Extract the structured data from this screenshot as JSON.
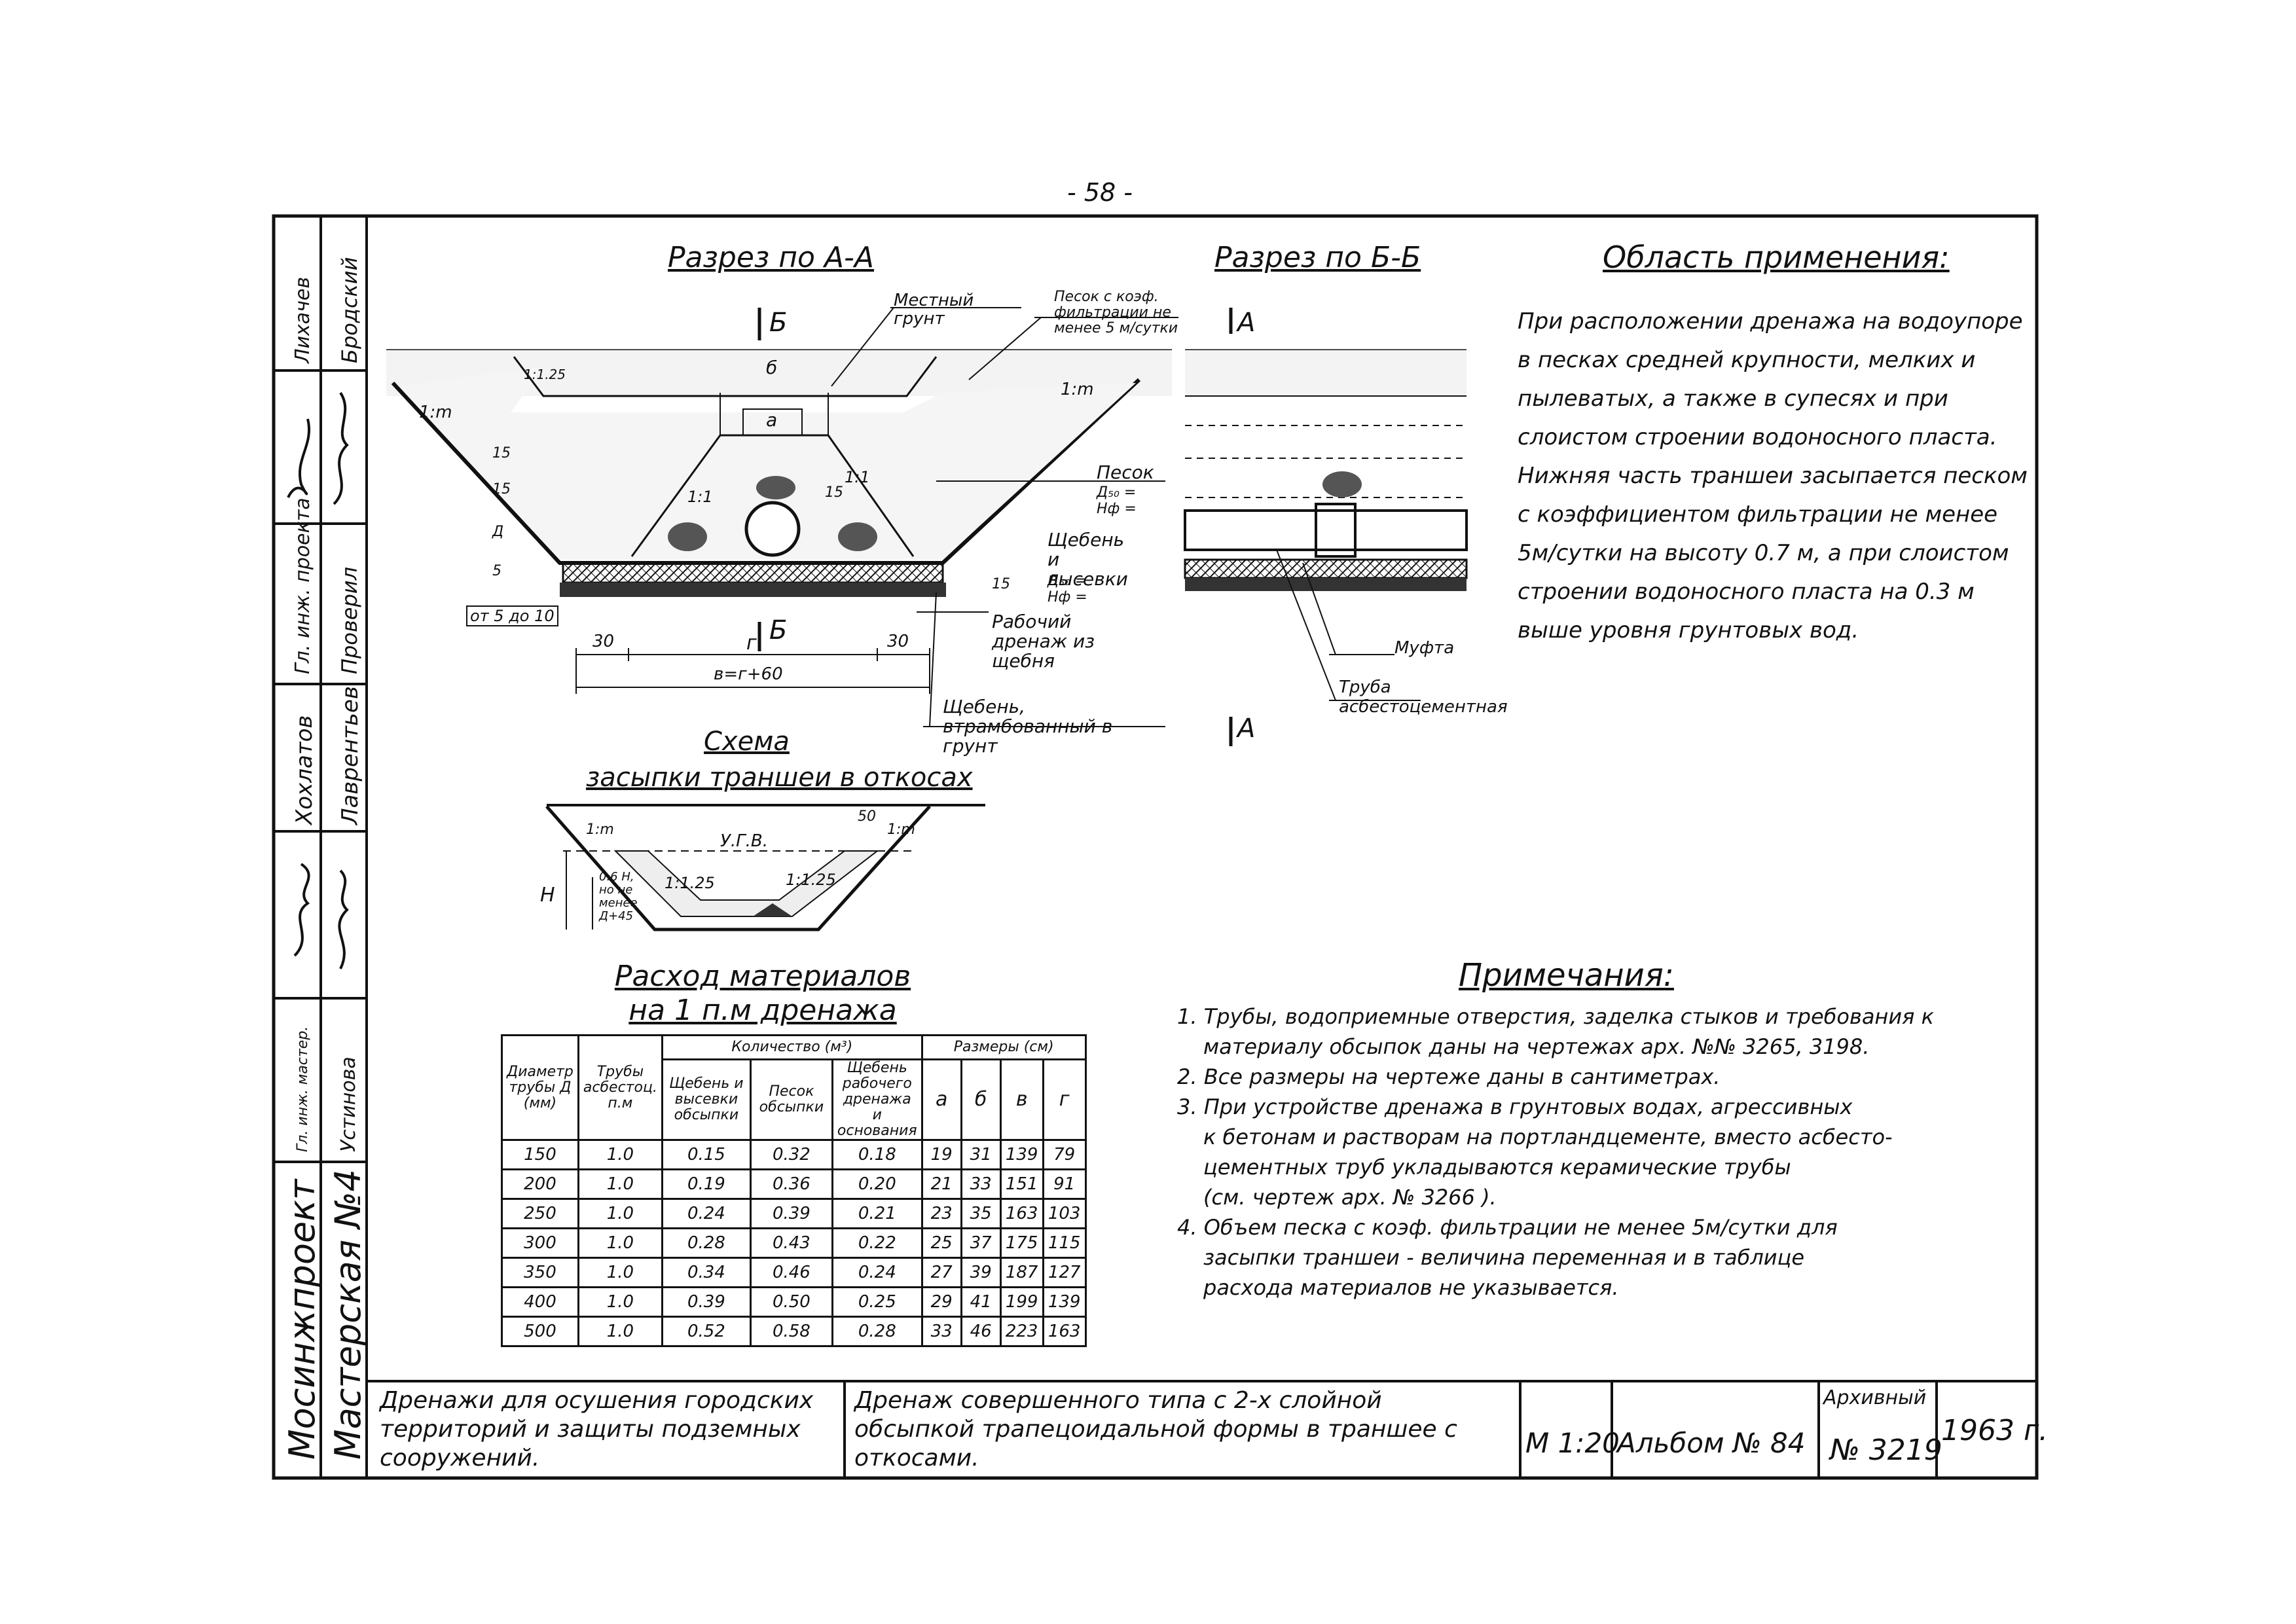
{
  "page_number": "- 58 -",
  "sections": {
    "section_aa": "Разрез по А-А",
    "section_bb": "Разрез по Б-Б",
    "scheme_title_1": "Схема",
    "scheme_title_2": "засыпки траншеи в откосах"
  },
  "labels_aa": {
    "cut_b_top": "Б",
    "cut_b_bottom": "Б",
    "local_soil": "Местный грунт",
    "sand_coef": "Песок с коэф. фильтрации не менее 5 м/сутки",
    "sand": "Песок",
    "sand_d": "Д₅₀ =",
    "sand_h": "Нф =",
    "gravel": "Щебень и высевки",
    "gravel_d": "Д₅₀ =",
    "gravel_h": "Нф =",
    "work_drain": "Рабочий дренаж из щебня",
    "gravel_rammed": "Щебень, втрамбованный в грунт",
    "slope_1_125": "1:1.25",
    "slope_1m_left": "1:m",
    "slope_1m_right": "1:m",
    "slope_1_1_left": "1:1",
    "slope_1_1_right": "1:1",
    "dim_b": "б",
    "dim_a": "а",
    "dim_g": "г",
    "dim_30_left": "30",
    "dim_30_right": "30",
    "dim_v": "в=г+60",
    "dim_5_10": "от 5 до 10",
    "dim_15_a": "15",
    "dim_15_b": "15",
    "dim_15_c": "15",
    "dim_15_d": "15",
    "dim_5": "5",
    "dim_D": "Д"
  },
  "labels_bb": {
    "cut_a_top": "А",
    "cut_a_bottom": "А",
    "coupling": "Муфта",
    "pipe": "Труба асбестоцементная"
  },
  "labels_scheme": {
    "ugv": "У.Г.В.",
    "h": "Н",
    "h06": "0.6 Н, но не менее Д+45",
    "slope_a": "1:1.25",
    "slope_b": "1:1.25",
    "slope_m1": "1:m",
    "slope_m2": "1:m",
    "dim_50": "50"
  },
  "application": {
    "title": "Область применения:",
    "text": "При расположении дренажа на водоупоре в песках средней крупности, мелких и пылеватых, а также в супесях и при слоистом строении водоносного пласта. Нижняя часть траншеи засыпается песком с коэффициентом фильтрации не менее 5м/сутки на высоту 0.7 м, а при слоистом строении водоносного пласта на 0.3 м выше уровня грунтовых вод."
  },
  "notes": {
    "title": "Примечания:",
    "lines": [
      "1. Трубы, водоприемные отверстия, заделка стыков и требования к",
      "материалу обсыпок даны на чертежах арх. №№ 3265, 3198.",
      "2. Все размеры на чертеже даны в сантиметрах.",
      "3. При устройстве дренажа в грунтовых водах, агрессивных",
      "к бетонам и растворам на портландцементе, вместо асбесто-",
      "цементных труб укладываются керамические трубы",
      "(см. чертеж арх. № 3266         ).",
      "4. Объем песка с коэф. фильтрации не менее 5м/сутки для",
      "засыпки траншеи - величина переменная и в таблице",
      "расхода материалов не указывается."
    ]
  },
  "materials": {
    "title_1": "Расход материалов",
    "title_2": "на 1 п.м дренажа",
    "headers": {
      "diameter": "Диаметр трубы Д (мм)",
      "pipes": "Трубы асбестоц. п.м",
      "quantity": "Количество (м³)",
      "gravel": "Щебень и высевки обсыпки",
      "sand": "Песок обсыпки",
      "work_gravel": "Щебень рабочего дренажа и основания",
      "sizes": "Размеры (см)",
      "a": "а",
      "b": "б",
      "v": "в",
      "g": "г"
    },
    "rows": [
      [
        "150",
        "1.0",
        "0.15",
        "0.32",
        "0.18",
        "19",
        "31",
        "139",
        "79"
      ],
      [
        "200",
        "1.0",
        "0.19",
        "0.36",
        "0.20",
        "21",
        "33",
        "151",
        "91"
      ],
      [
        "250",
        "1.0",
        "0.24",
        "0.39",
        "0.21",
        "23",
        "35",
        "163",
        "103"
      ],
      [
        "300",
        "1.0",
        "0.28",
        "0.43",
        "0.22",
        "25",
        "37",
        "175",
        "115"
      ],
      [
        "350",
        "1.0",
        "0.34",
        "0.46",
        "0.24",
        "27",
        "39",
        "187",
        "127"
      ],
      [
        "400",
        "1.0",
        "0.39",
        "0.50",
        "0.25",
        "29",
        "41",
        "199",
        "139"
      ],
      [
        "500",
        "1.0",
        "0.52",
        "0.58",
        "0.28",
        "33",
        "46",
        "223",
        "163"
      ]
    ]
  },
  "side_stamp": {
    "org": "Мосинжпроект",
    "workshop": "Мастерская №4",
    "role_1": "Гл. инж. мастер.",
    "name_1": "Устинова",
    "role_2": "Гл. инж. проекта",
    "name_2": "Проверил",
    "person_1": "Лихачев",
    "person_2": "Бродский",
    "person_3": "Хохлатов",
    "person_4": "Лаврентьев"
  },
  "title_block": {
    "project": "Дренажи для осушения городских территорий и защиты подземных сооружений.",
    "drawing": "Дренаж совершенного типа с 2-х слойной обсыпкой трапецоидальной формы в траншее с откосами.",
    "scale": "М 1:20",
    "album": "Альбом № 84",
    "archive_label": "Архивный",
    "archive_no": "№ 3219",
    "year": "1963 г."
  }
}
